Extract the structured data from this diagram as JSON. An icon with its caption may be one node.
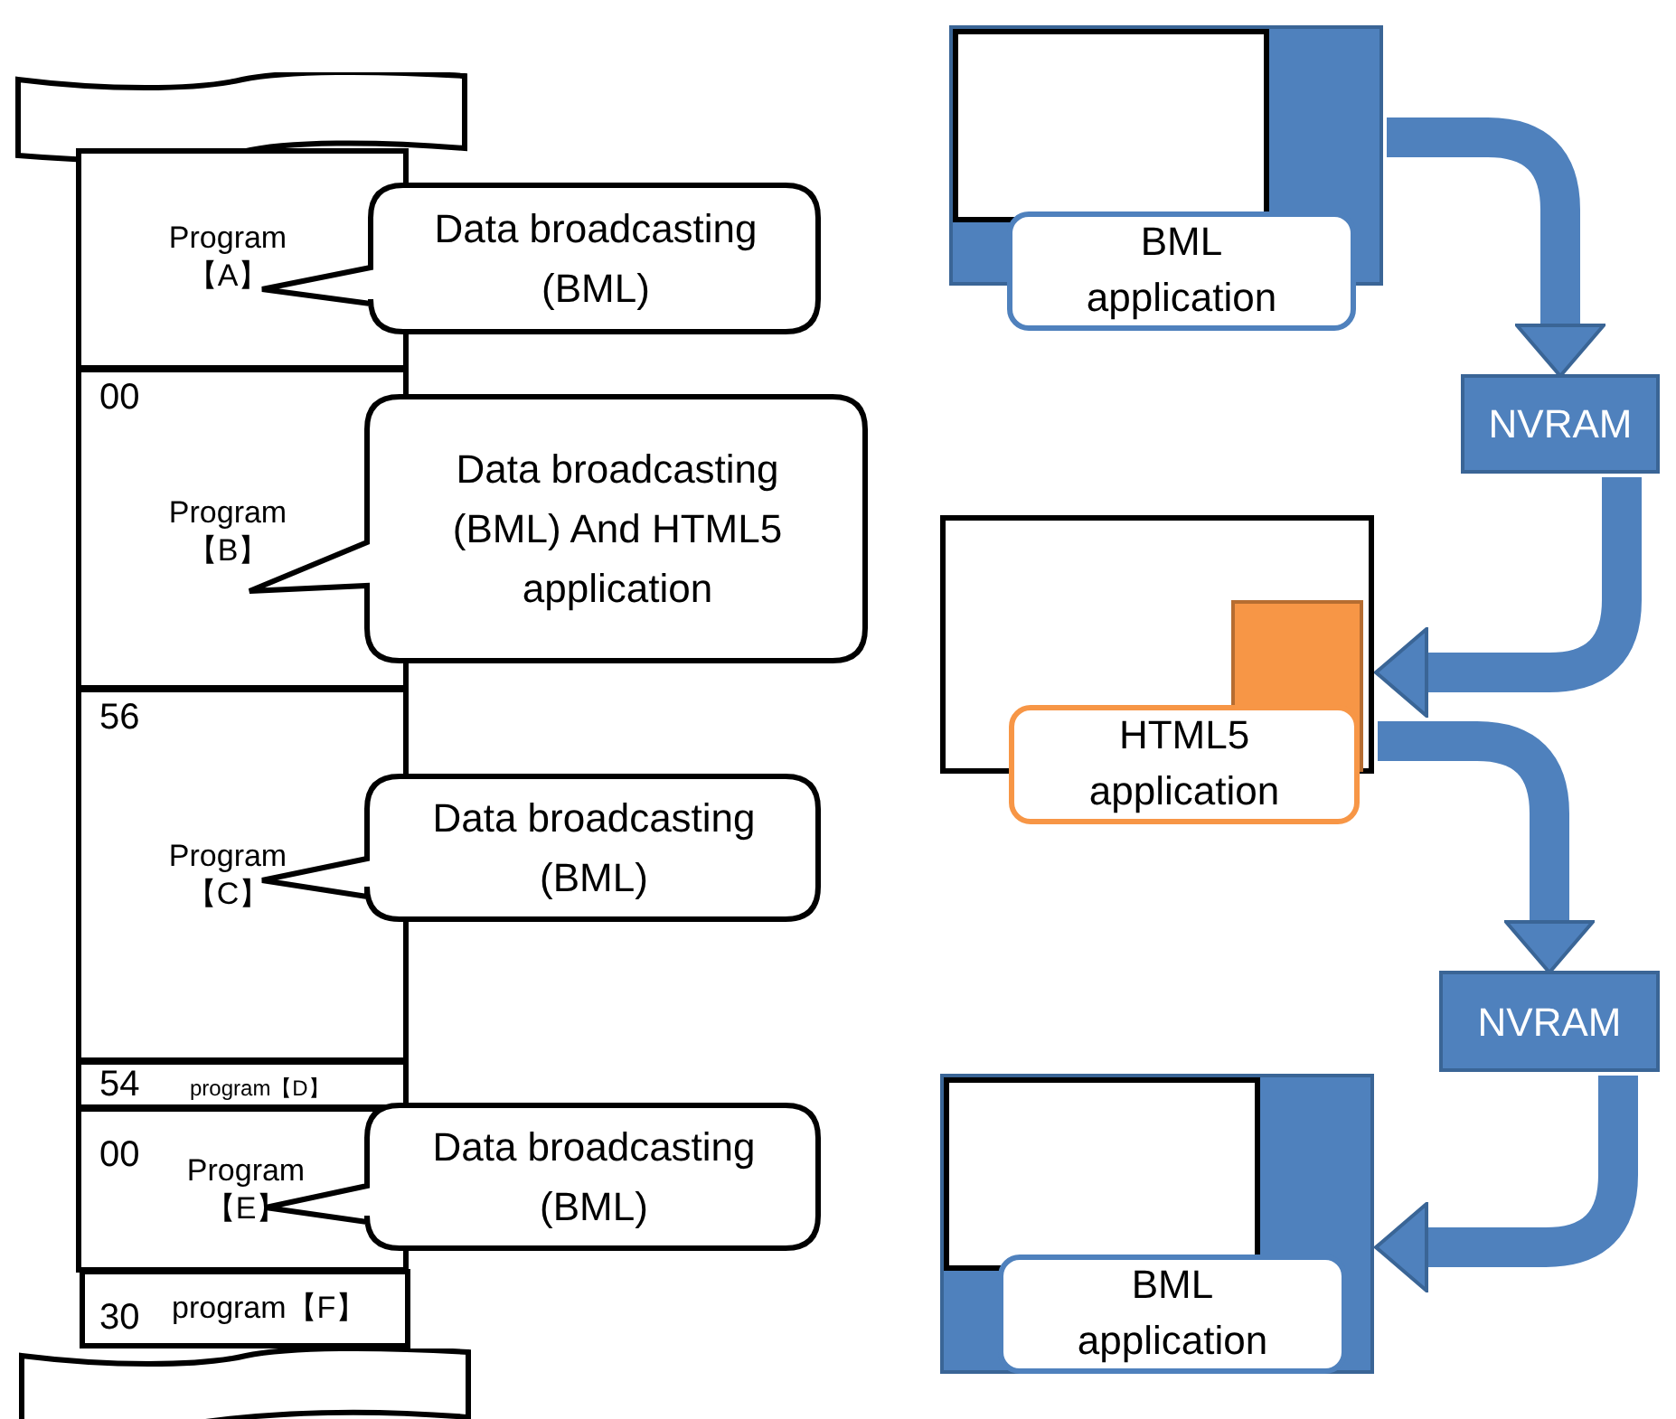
{
  "diagram": {
    "nodes": [
      {
        "text": [
          "Program 【A】"
        ]
      },
      {
        "text": [
          "00",
          "Program 【B】"
        ]
      },
      {
        "text": [
          "56",
          "Program 【C】"
        ]
      },
      {
        "text": [
          "54",
          "program【D】"
        ]
      },
      {
        "text": [
          "00",
          "Program 【E】"
        ]
      },
      {
        "text": [
          "30",
          "program【F】"
        ]
      },
      {
        "text": [
          "Data broadcasting (BML)"
        ]
      },
      {
        "text": [
          "Data broadcasting (BML) And HTML5 application"
        ]
      },
      {
        "text": [
          "Data broadcasting (BML)"
        ]
      },
      {
        "text": [
          "Data broadcasting (BML)"
        ]
      },
      {
        "text": [],
        "shape": "box"
      },
      {
        "text": [
          "BML application"
        ]
      },
      {
        "text": [
          "NVRAM"
        ]
      },
      {
        "text": [],
        "shape": "box"
      },
      {
        "text": [
          "HTML5 application"
        ]
      },
      {
        "text": [
          "NVRAM"
        ]
      },
      {
        "text": [],
        "shape": "box"
      },
      {
        "text": [
          "BML application"
        ],
        "in": 16
      }
    ],
    "edges": [
      {
        "from": 10,
        "to": 12,
        "arrow": "to"
      },
      {
        "from": 12,
        "to": 13,
        "arrow": "to"
      },
      {
        "from": 13,
        "to": 15,
        "arrow": "to"
      },
      {
        "from": 15,
        "to": 16,
        "arrow": "to"
      }
    ]
  }
}
